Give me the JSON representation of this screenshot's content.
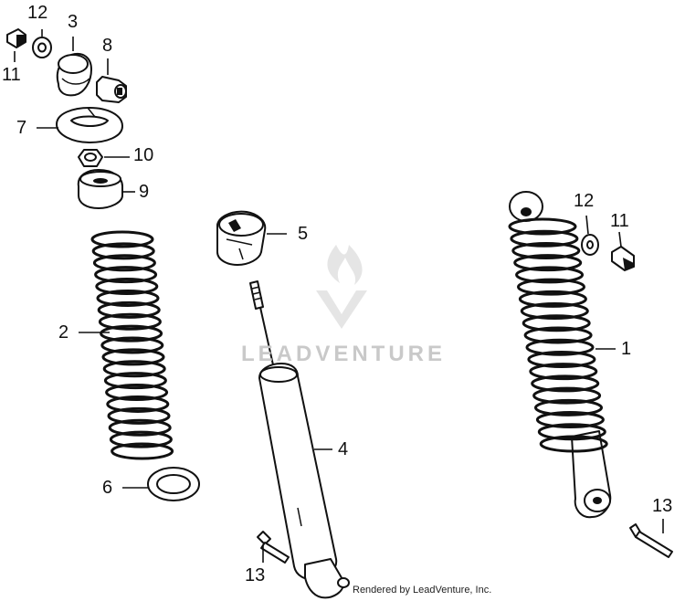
{
  "diagram": {
    "callouts": [
      {
        "id": "c12a",
        "text": "12"
      },
      {
        "id": "c3",
        "text": "3"
      },
      {
        "id": "c8",
        "text": "8"
      },
      {
        "id": "c11a",
        "text": "11"
      },
      {
        "id": "c7",
        "text": "7"
      },
      {
        "id": "c10",
        "text": "10"
      },
      {
        "id": "c9",
        "text": "9"
      },
      {
        "id": "c5",
        "text": "5"
      },
      {
        "id": "c12b",
        "text": "12"
      },
      {
        "id": "c11b",
        "text": "11"
      },
      {
        "id": "c2",
        "text": "2"
      },
      {
        "id": "c1",
        "text": "1"
      },
      {
        "id": "c4",
        "text": "4"
      },
      {
        "id": "c6",
        "text": "6"
      },
      {
        "id": "c13a",
        "text": "13"
      },
      {
        "id": "c13b",
        "text": "13"
      }
    ],
    "watermark": "LEADVENTURE",
    "credit": "Rendered by LeadVenture, Inc."
  }
}
